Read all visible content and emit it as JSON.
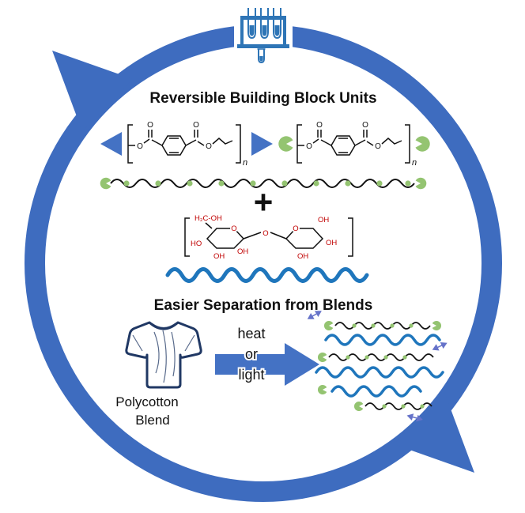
{
  "colors": {
    "cycle_blue": "#3E6CBF",
    "arrow_blue": "#4472C4",
    "wave_blue": "#1F76BC",
    "green": "#94C471",
    "navy": "#203864",
    "red": "#C00000",
    "ink": "#111111",
    "icon_blue": "#2E75B6",
    "mini_arrow_blue": "#6673C9"
  },
  "titles": {
    "top": "Reversible Building Block Units",
    "bottom": "Easier Separation from Blends"
  },
  "labels": {
    "plus": "+",
    "heat": "heat",
    "or": "or",
    "light": "light",
    "polycotton_line1": "Polycotton",
    "polycotton_line2": "Blend"
  },
  "chemistry": {
    "pet": {
      "o": "O",
      "subscript_n": "n"
    },
    "cellulose": {
      "o": "O",
      "oh": "OH",
      "ho": "HO",
      "ch2oh": "H₂C-OH"
    }
  },
  "icons": {
    "top_center": "test-tube-rack-icon",
    "below_rack": "test-tube-icon",
    "cycle": "circular-cycle-arrow",
    "connectors": "pacman-connector-icon"
  }
}
